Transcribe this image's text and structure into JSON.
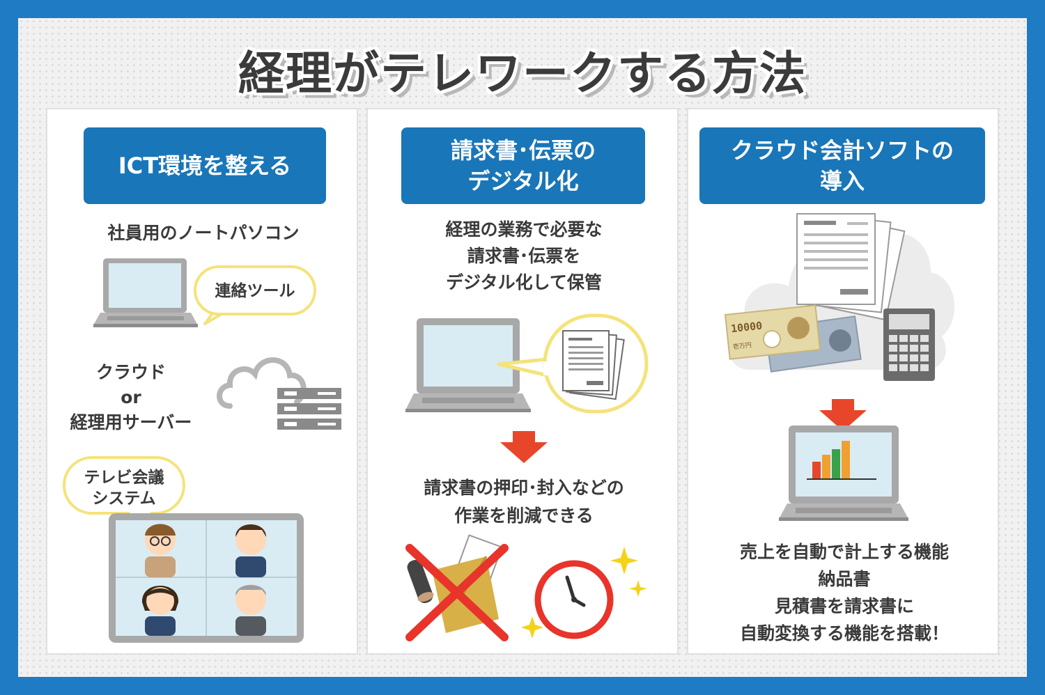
{
  "title": "経理がテレワークする方法",
  "colors": {
    "frame": "#1e7bc4",
    "heading_bg": "#1976b8",
    "arrow": "#e8462a",
    "bubble_border": "#f4e37a",
    "cross": "#e8342a"
  },
  "columns": [
    {
      "heading": [
        "ICT環境を整える"
      ],
      "laptop_caption": "社員用のノートパソコン",
      "bubble_tool": "連絡ツール",
      "server_caption": [
        "クラウド",
        "or",
        "経理用サーバー"
      ],
      "bubble_meeting": [
        "テレビ会議",
        "システム"
      ],
      "icons": [
        "laptop-icon",
        "cloud-icon",
        "server-icon",
        "video-conference-icon"
      ]
    },
    {
      "heading": [
        "請求書･伝票の",
        "デジタル化"
      ],
      "description": [
        "経理の業務で必要な",
        "請求書･伝票を",
        "デジタル化して保管"
      ],
      "result": [
        "請求書の押印･封入などの",
        "作業を削減できる"
      ],
      "icons": [
        "laptop-icon",
        "document-icon",
        "arrow-down-icon",
        "stamp-cross-icon",
        "clock-icon"
      ]
    },
    {
      "heading": [
        "クラウド会計ソフトの",
        "導入"
      ],
      "banknote_label": "10000",
      "banknote_sublabel": "壱万円",
      "features": [
        "売上を自動で計上する機能",
        "納品書",
        "見積書を請求書に",
        "自動変換する機能を搭載！"
      ],
      "icons": [
        "cloud-icon",
        "document-icon",
        "banknote-icon",
        "calculator-icon",
        "arrow-down-icon",
        "laptop-chart-icon"
      ]
    }
  ]
}
